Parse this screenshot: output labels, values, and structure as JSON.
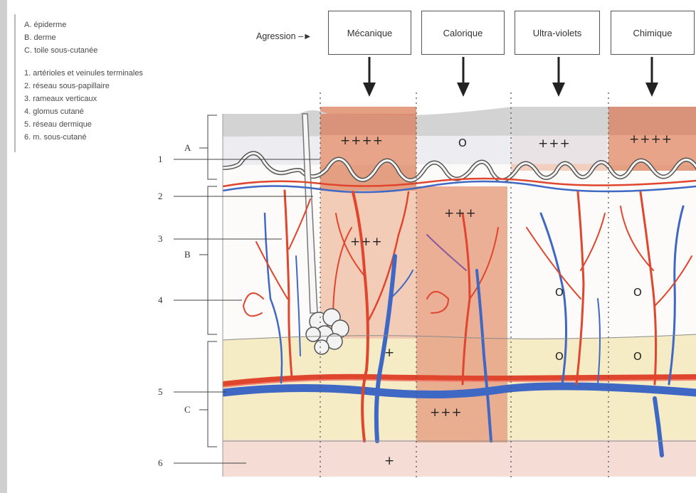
{
  "legend": {
    "layers": [
      {
        "key": "A.",
        "text": "épiderme"
      },
      {
        "key": "B.",
        "text": "derme"
      },
      {
        "key": "C.",
        "text": "toile sous-cutanée"
      }
    ],
    "structures": [
      {
        "key": "1.",
        "text": "artérioles et veinules terminales"
      },
      {
        "key": "2.",
        "text": "réseau sous-papillaire"
      },
      {
        "key": "3.",
        "text": "rameaux verticaux"
      },
      {
        "key": "4.",
        "text": "glomus cutané"
      },
      {
        "key": "5.",
        "text": "réseau dermique"
      },
      {
        "key": "6.",
        "text": "m. sous-cutané"
      }
    ]
  },
  "aggression_label": "Agression",
  "aggressions": [
    {
      "name": "Mécanique"
    },
    {
      "name": "Calorique"
    },
    {
      "name": "Ultra-violets"
    },
    {
      "name": "Chimique"
    }
  ],
  "side_labels": {
    "layers": [
      "A",
      "B",
      "C"
    ],
    "numbers": [
      "1",
      "2",
      "3",
      "4",
      "5",
      "6"
    ]
  },
  "reactions": {
    "mecanique": {
      "epiderme": "++++",
      "derme": "+++",
      "hypoderme": "+",
      "muscle": "+"
    },
    "calorique": {
      "epiderme": "O",
      "derme": "+++",
      "hypoderme": "+++"
    },
    "ultraviolets": {
      "epiderme": "+++",
      "derme": "O",
      "hypoderme": "O"
    },
    "chimique": {
      "epiderme": "++++",
      "derme": "O",
      "hypoderme": "O"
    }
  },
  "colors": {
    "artery": "#e0452d",
    "vein": "#3f68c4",
    "reaction_fill": "#e9a88a",
    "fat": "#f5ecc6",
    "muscle": "#f5ddd6",
    "horny_layer": "#d6d6d6"
  }
}
